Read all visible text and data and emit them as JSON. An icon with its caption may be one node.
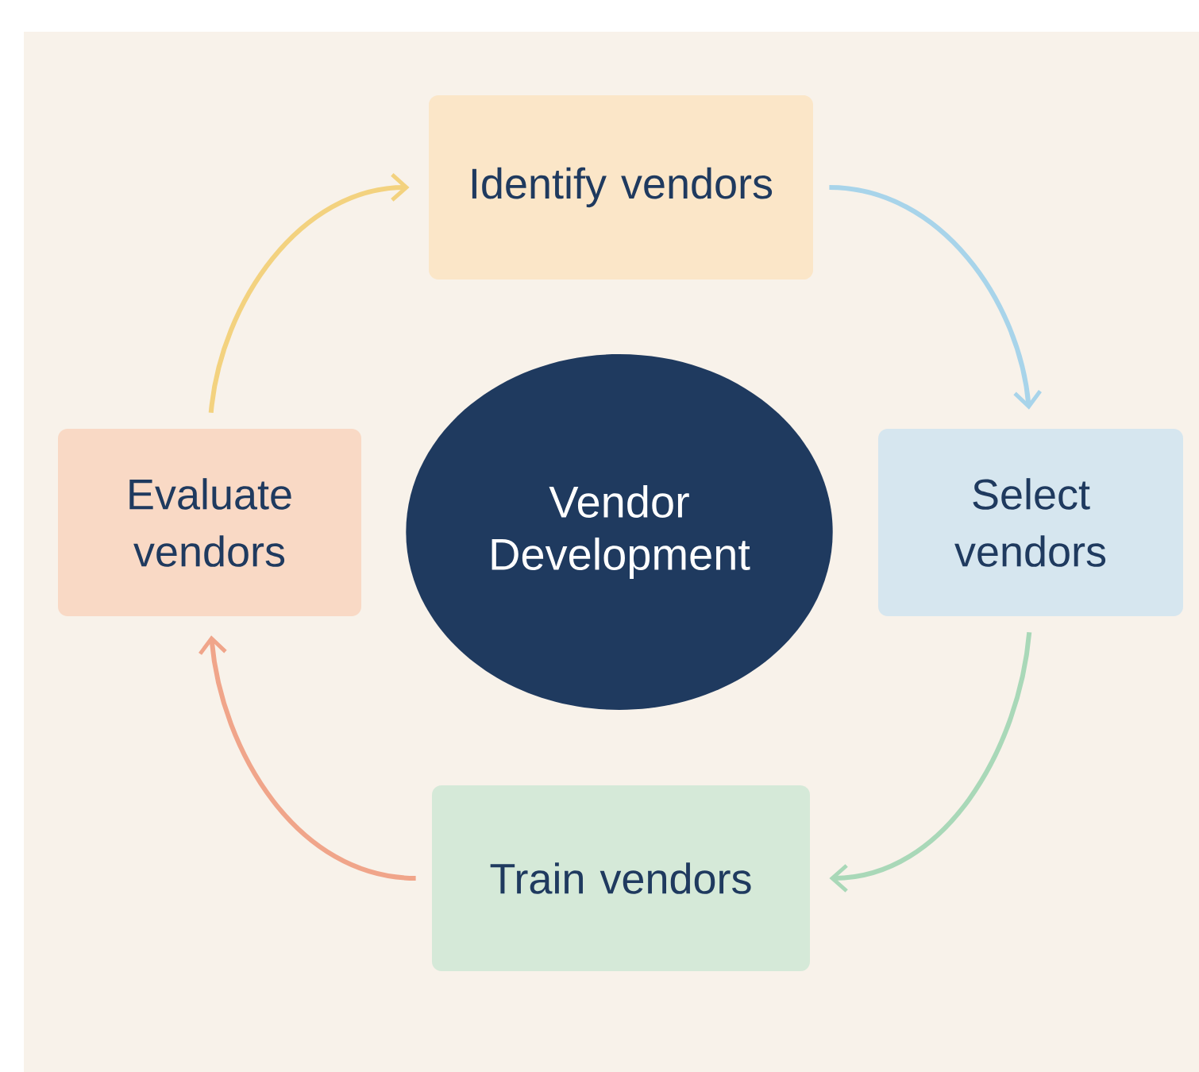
{
  "diagram": {
    "nodes": [
      {
        "text": [
          "Vendor Development"
        ]
      },
      {
        "text": [
          "Identify vendors"
        ]
      },
      {
        "text": [
          "Select vendors"
        ]
      },
      {
        "text": [
          "Train vendors"
        ]
      },
      {
        "text": [
          "Evaluate vendors"
        ]
      }
    ],
    "edges": [
      {
        "from": 1,
        "to": 2,
        "arrow": "to",
        "color": "#a8d4ea"
      },
      {
        "from": 2,
        "to": 3,
        "arrow": "to",
        "color": "#a9d8b8"
      },
      {
        "from": 3,
        "to": 4,
        "arrow": "to",
        "color": "#f0a58a"
      },
      {
        "from": 4,
        "to": 1,
        "arrow": "to",
        "color": "#f3d27f"
      }
    ]
  }
}
